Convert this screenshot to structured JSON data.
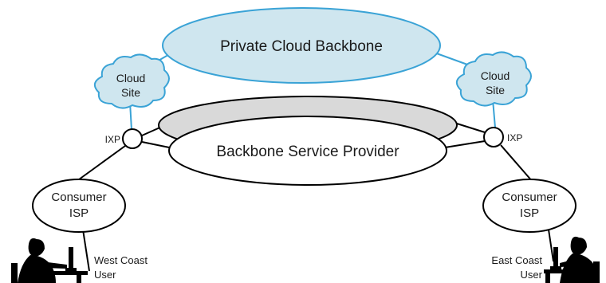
{
  "colors": {
    "cloud_fill": "#cfe6ef",
    "cloud_stroke": "#3aa3d6",
    "line_black": "#000000",
    "backbone_shadow": "#d9d9d9"
  },
  "nodes": {
    "private_cloud": {
      "label": "Private Cloud Backbone"
    },
    "backbone_provider": {
      "label": "Backbone Service Provider"
    },
    "cloud_site_west": {
      "line1": "Cloud",
      "line2": "Site"
    },
    "cloud_site_east": {
      "line1": "Cloud",
      "line2": "Site"
    },
    "ixp_west": {
      "label": "IXP"
    },
    "ixp_east": {
      "label": "IXP"
    },
    "consumer_isp_west": {
      "line1": "Consumer",
      "line2": "ISP"
    },
    "consumer_isp_east": {
      "line1": "Consumer",
      "line2": "ISP"
    },
    "user_west": {
      "line1": "West Coast",
      "line2": "User",
      "icon": "person-at-computer-icon"
    },
    "user_east": {
      "line1": "East Coast",
      "line2": "User",
      "icon": "person-at-computer-icon"
    }
  }
}
